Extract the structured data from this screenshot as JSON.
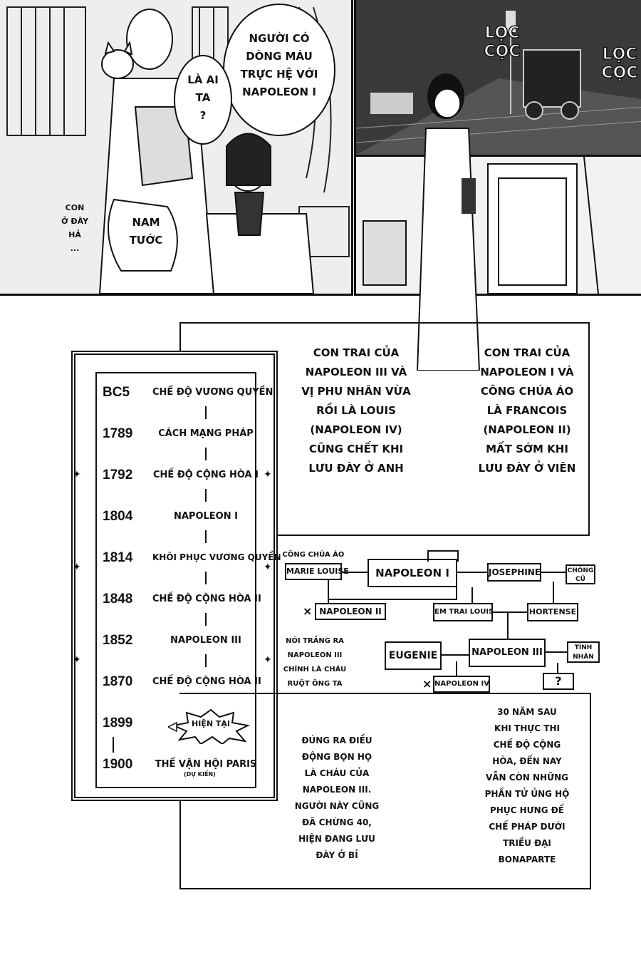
{
  "panel_top_left": {
    "bubbles": {
      "b1": "NGƯỜI CÓ\nDÒNG MÁU\nTRỰC HỆ VỚI\nNAPOLEON I",
      "b2": "LÀ AI\nTA\n?",
      "b3": "NAM\nTƯỚC"
    },
    "aside": "CON\nỞ ĐÂY\nHẢ\n..."
  },
  "panel_top_right": {
    "sfx1": "LỌC\nCỌC",
    "sfx2": "LỌC\nCỌC"
  },
  "narration": {
    "left": "CON TRAI CỦA\nNAPOLEON III VÀ\nVỊ PHU NHÂN VỪA\nRỒI LÀ LOUIS\n(NAPOLEON IV)\nCŨNG CHẾT KHI\nLƯU ĐÀY Ở ANH",
    "right": "CON TRAI CỦA\nNAPOLEON I VÀ\nCÔNG CHÚA ÁO\nLÀ FRANCOIS\n(NAPOLEON II)\nMẤT SỚM KHI\nLƯU ĐÀY Ở VIÊN",
    "middle_note": "NÓI TRẮNG RA\nNAPOLEON III\nCHÍNH LÀ CHÁU\nRUỘT ÔNG TA",
    "bottom_left": "ĐÚNG RA ĐIỀU\nĐỘNG BỌN HỌ\nLÀ CHÁU CỦA\nNAPOLEON III.\nNGƯỜI NÀY CŨNG\nĐÃ CHỪNG 40,\nHIỆN ĐANG LƯU\nĐÀY Ở BỈ",
    "bottom_right": "30 NĂM SAU\nKHI THỰC THI\nCHẾ ĐỘ CỘNG\nHÒA, ĐẾN NAY\nVẪN CÒN NHỮNG\nPHẦN TỬ ỦNG HỘ\nPHỤC HƯNG ĐẾ\nCHẾ PHÁP DƯỚI\nTRIỀU ĐẠI\nBONAPARTE"
  },
  "timeline": [
    {
      "year": "BC5",
      "event": "CHẾ ĐỘ VƯƠNG QUYỀN"
    },
    {
      "year": "1789",
      "event": "CÁCH MẠNG PHÁP"
    },
    {
      "year": "1792",
      "event": "CHẾ ĐỘ CỘNG HÒA I"
    },
    {
      "year": "1804",
      "event": "NAPOLEON I"
    },
    {
      "year": "1814",
      "event": "KHÔI PHỤC VƯƠNG QUYỀN"
    },
    {
      "year": "1848",
      "event": "CHẾ ĐỘ CỘNG HÒA II"
    },
    {
      "year": "1852",
      "event": "NAPOLEON III"
    },
    {
      "year": "1870",
      "event": "CHẾ ĐỘ CỘNG HÒA II"
    },
    {
      "year": "1899",
      "event": "HIỆN TẠI"
    },
    {
      "year": "1900",
      "event": "THẾ VẬN HỘI PARIS"
    }
  ],
  "timeline_note": "(DỰ KIẾN)",
  "family_tree": {
    "cong_chua_ao": "CÔNG CHÚA ÁO",
    "marie_louise": "MARIE LOUISE",
    "napoleon_i": "NAPOLEON I",
    "josephine": "JOSEPHINE",
    "chong_cu": "CHỒNG\nCŨ",
    "napoleon_ii": "NAPOLEON II",
    "em_trai_louis": "EM TRAI LOUIS",
    "hortense": "HORTENSE",
    "eugenie": "EUGENIE",
    "napoleon_iii": "NAPOLEON III",
    "tinh_nhan": "TÌNH\nNHÂN",
    "napoleon_iv": "NAPOLEON IV",
    "unknown": "?",
    "cross": "×"
  }
}
